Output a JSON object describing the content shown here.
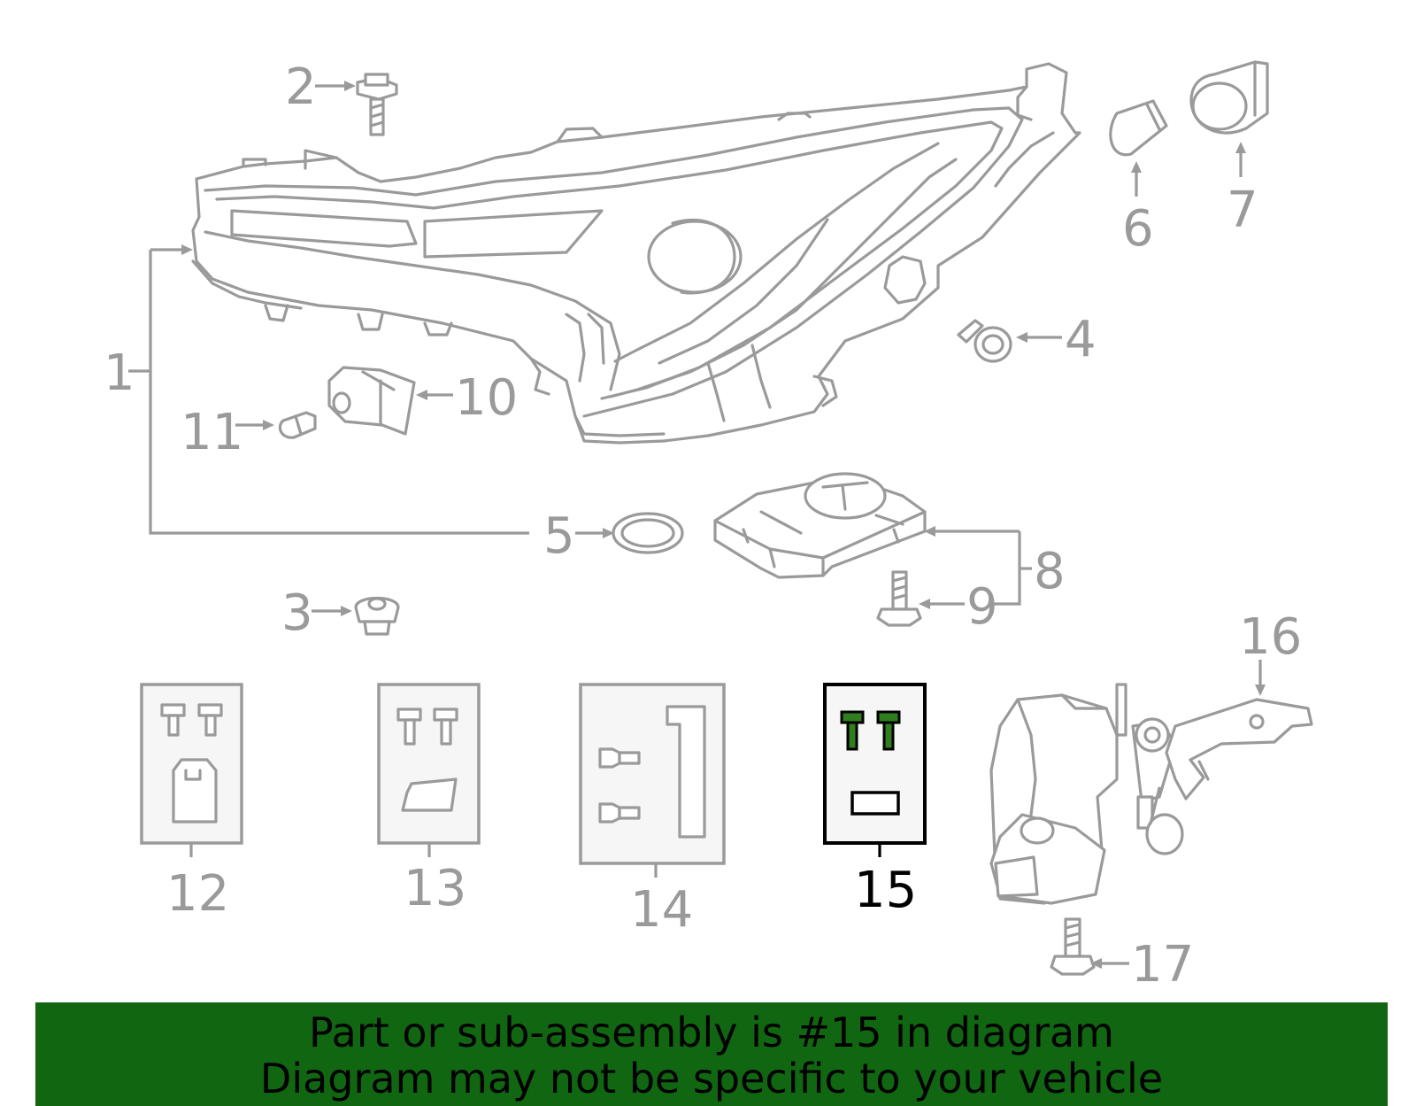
{
  "callouts": {
    "c1": "1",
    "c2": "2",
    "c3": "3",
    "c4": "4",
    "c5": "5",
    "c6": "6",
    "c7": "7",
    "c8": "8",
    "c9": "9",
    "c10": "10",
    "c11": "11",
    "c12": "12",
    "c13": "13",
    "c14": "14",
    "c15": "15",
    "c16": "16",
    "c17": "17"
  },
  "highlight": {
    "part": "15",
    "color": "#2f7d1e"
  },
  "banner": {
    "line1": "Part or sub-assembly is #15 in diagram",
    "line2": "Diagram may not be specific to your vehicle",
    "background": "#116611"
  },
  "colors": {
    "line": "#9a9a9a",
    "active": "#000000"
  }
}
